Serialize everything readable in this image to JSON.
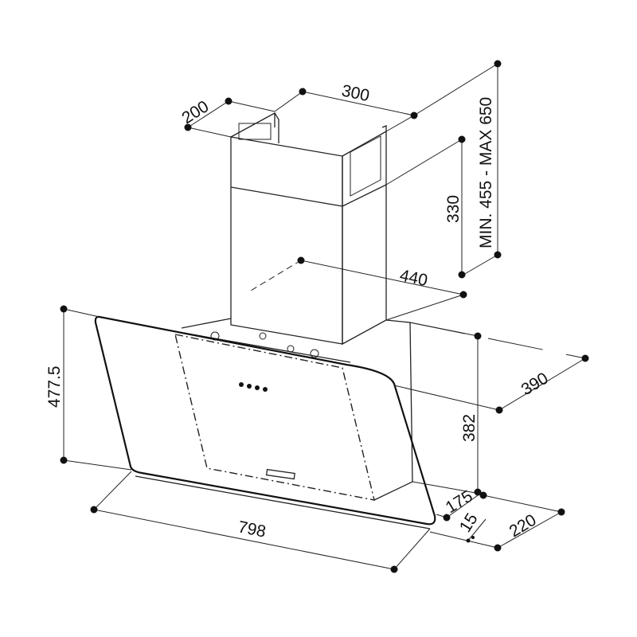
{
  "title": "Cooker hood dimension drawing",
  "dimensions": {
    "chimney_depth": "200",
    "chimney_width": "300",
    "chimney_height_range": "MIN. 455 - MAX 650",
    "chimney_section": "330",
    "body_width": "440",
    "glass_height": "477.5",
    "side_depth": "390",
    "body_height": "382",
    "bottom_depth": "175",
    "glass_thickness": "15",
    "total_depth": "220",
    "total_width": "798"
  },
  "colors": {
    "line": "#111111",
    "background": "#ffffff"
  }
}
